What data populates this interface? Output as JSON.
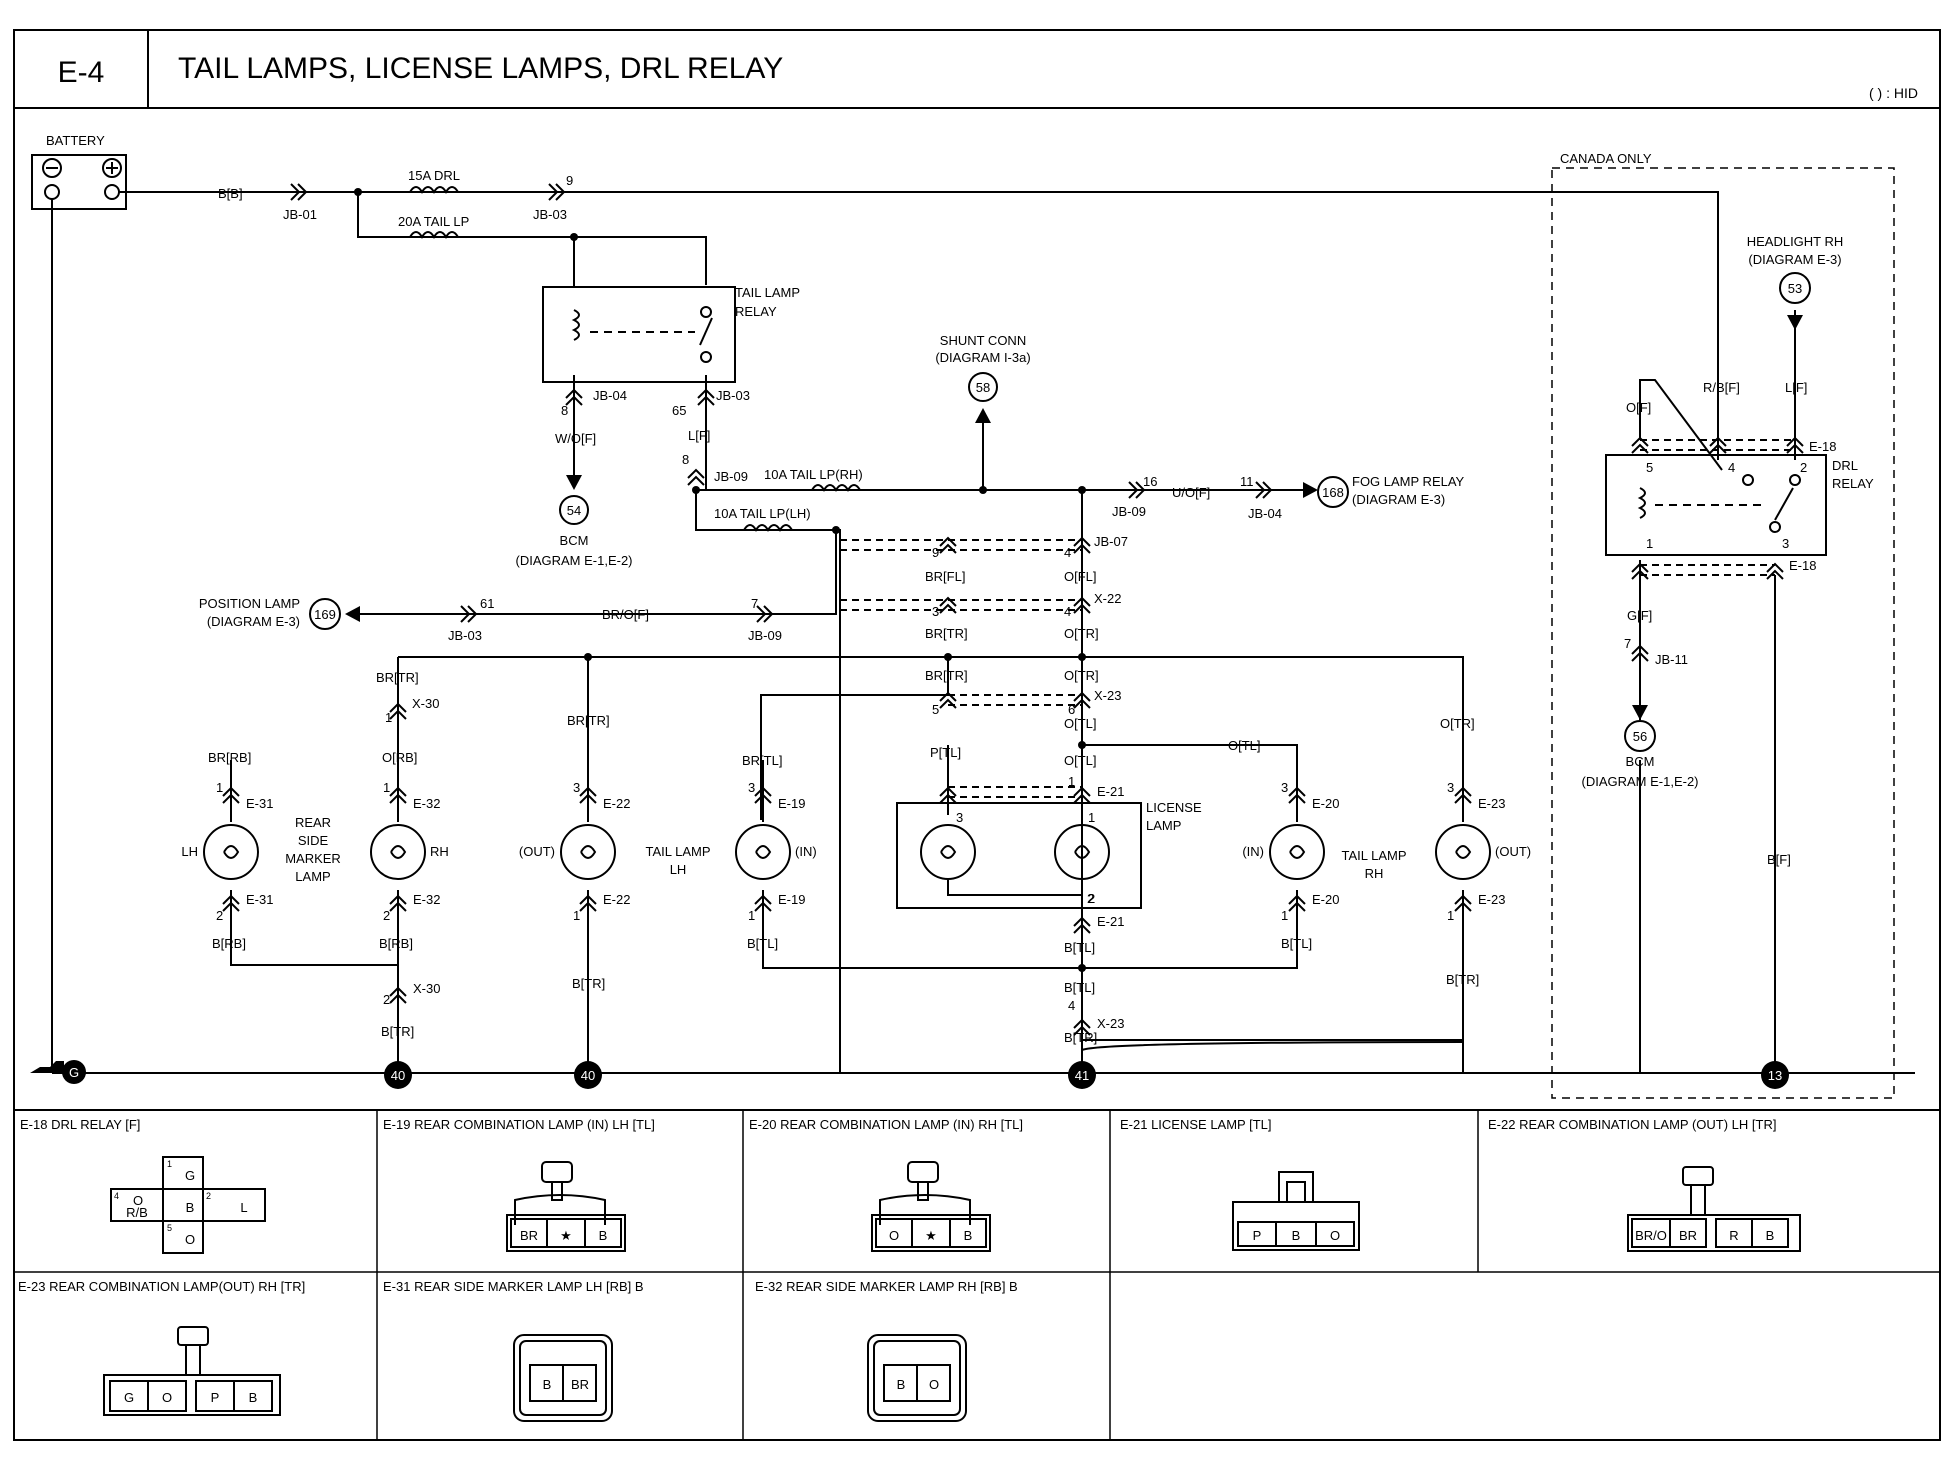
{
  "header": {
    "code": "E-4",
    "title": "TAIL LAMPS, LICENSE LAMPS, DRL RELAY",
    "note": "( ) : HID"
  },
  "labels": {
    "battery": "BATTERY",
    "canada_only": "CANADA ONLY",
    "fuse_drl": "15A DRL",
    "fuse_tail": "20A TAIL LP",
    "fuse_rh": "10A TAIL LP(RH)",
    "fuse_lh": "10A TAIL LP(LH)",
    "tail_relay": [
      "TAIL LAMP",
      "RELAY"
    ],
    "drl_relay": [
      "DRL",
      "RELAY"
    ],
    "shunt": [
      "SHUNT CONN",
      "(DIAGRAM I-3a)"
    ],
    "bcm1": [
      "BCM",
      "(DIAGRAM E-1,E-2)"
    ],
    "bcm2": [
      "BCM",
      "(DIAGRAM E-1,E-2)"
    ],
    "position": [
      "POSITION LAMP",
      "(DIAGRAM E-3)"
    ],
    "fog": [
      "FOG LAMP RELAY",
      "(DIAGRAM E-3)"
    ],
    "headlight": [
      "HEADLIGHT RH",
      "(DIAGRAM E-3)"
    ],
    "rear_side": [
      "REAR",
      "SIDE",
      "MARKER",
      "LAMP"
    ],
    "tail_lh": [
      "TAIL LAMP",
      "LH"
    ],
    "tail_rh": [
      "TAIL LAMP",
      "RH"
    ],
    "license": [
      "LICENSE",
      "LAMP"
    ],
    "lamp_tags": {
      "lh": "LH",
      "rh": "RH",
      "out1": "(OUT)",
      "in1": "(IN)",
      "in2": "(IN)",
      "out2": "(OUT)"
    }
  },
  "refs": {
    "r58": "58",
    "r54": "54",
    "r169": "169",
    "r168": "168",
    "r53": "53",
    "r56": "56"
  },
  "grounds": {
    "g_g": "G",
    "g40a": "40",
    "g40b": "40",
    "g41": "41",
    "g13": "13"
  },
  "wires": {
    "bb": "B[B]",
    "jb01": "JB-01",
    "jb03a": "JB-03",
    "p9a": "9",
    "p8": "8",
    "jb04": "JB-04",
    "wo": "W/O[F]",
    "p65": "65",
    "jb03b": "JB-03",
    "lf": "L[F]",
    "p8b": "8",
    "jb09": "JB-09",
    "p16": "16",
    "uo": "U/O[F]",
    "jb09b": "JB-09",
    "p11": "11",
    "jb04b": "JB-04",
    "p9b": "9",
    "brfl": "BR[FL]",
    "p4a": "4",
    "jb07": "JB-07",
    "ofl": "O[FL]",
    "p3a": "3",
    "brtr1": "BR[TR]",
    "p4b": "4",
    "x22": "X-22",
    "otr1": "O[TR]",
    "p61": "61",
    "jb03c": "JB-03",
    "bro": "BR/O[F]",
    "p7": "7",
    "jb09c": "JB-09",
    "brtr2": "BR[TR]",
    "otr2": "O[TR]",
    "p5": "5",
    "p6": "6",
    "x23": "X-23",
    "otl1": "O[TL]",
    "brtr3": "BR[TR]",
    "p1x30": "1",
    "x30": "X-30",
    "orb": "O[RB]",
    "brtr4": "BR[TR]",
    "brrb": "BR[RB]",
    "p1e31": "1",
    "e31a": "E-31",
    "p1e32": "1",
    "e32a": "E-32",
    "p2e31": "2",
    "e31b": "E-31",
    "brb1": "B[RB]",
    "p2e32": "2",
    "e32b": "E-32",
    "brb2": "B[RB]",
    "p2x30": "2",
    "x30b": "X-30",
    "btr1": "B[TR]",
    "p3e22": "3",
    "e22a": "E-22",
    "p1e22": "1",
    "e22b": "E-22",
    "btr2": "B[TR]",
    "brtl": "BR[TL]",
    "p3e19": "3",
    "e19a": "E-19",
    "p1e19": "1",
    "e19b": "E-19",
    "btl1": "B[TL]",
    "ptl": "P[TL]",
    "otl2": "O[TL]",
    "p1e21": "1",
    "e21a": "E-21",
    "p2e21": "2",
    "e21b": "E-21",
    "btl2": "B[TL]",
    "p3lic": "3",
    "p1lic": "1",
    "p2lic": "2",
    "otl3": "O[TL]",
    "p3e20": "3",
    "e20a": "E-20",
    "p1e20": "1",
    "e20b": "E-20",
    "btl3": "B[TL]",
    "otr3": "O[TR]",
    "p3e23": "3",
    "e23a": "E-23",
    "p1e23": "1",
    "e23b": "E-23",
    "btr3": "B[TR]",
    "btl4": "B[TL]",
    "p4x23": "4",
    "x23b": "X-23",
    "btr4": "B[TR]",
    "of": "O[F]",
    "rbf": "R/B[F]",
    "lf2": "L[F]",
    "e18a": "E-18",
    "p5d": "5",
    "p4d": "4",
    "p2d": "2",
    "p1d": "1",
    "p3d": "3",
    "e18b": "E-18",
    "gf": "G[F]",
    "p7b": "7",
    "jb11": "JB-11",
    "bf": "B[F]"
  },
  "connectors": [
    {
      "title": "E-18 DRL RELAY [F]"
    },
    {
      "title": "E-19 REAR COMBINATION LAMP (IN) LH [TL]"
    },
    {
      "title": "E-20 REAR COMBINATION LAMP (IN) RH [TL]"
    },
    {
      "title": "E-21 LICENSE LAMP [TL]"
    },
    {
      "title": "E-22 REAR COMBINATION LAMP (OUT) LH [TR]"
    },
    {
      "title": "E-23 REAR COMBINATION LAMP(OUT) RH [TR]"
    },
    {
      "title": "E-31 REAR SIDE MARKER LAMP LH [RB] B"
    },
    {
      "title": "E-32 REAR SIDE MARKER LAMP RH [RB] B"
    }
  ],
  "pins": {
    "e18": {
      "g": "G",
      "o": "O",
      "rb": "R/B",
      "b": "B",
      "l": "L",
      "n1": "1",
      "n4": "4",
      "n2": "2",
      "n5": "5"
    },
    "e19": [
      "BR",
      "★",
      "B"
    ],
    "e20": [
      "O",
      "★",
      "B"
    ],
    "e21": [
      "P",
      "B",
      "O"
    ],
    "e22": [
      "BR/O",
      "BR",
      "R",
      "B"
    ],
    "e23": [
      "G",
      "O",
      "P",
      "B"
    ],
    "e31": [
      "B",
      "BR"
    ],
    "e32": [
      "B",
      "O"
    ]
  }
}
